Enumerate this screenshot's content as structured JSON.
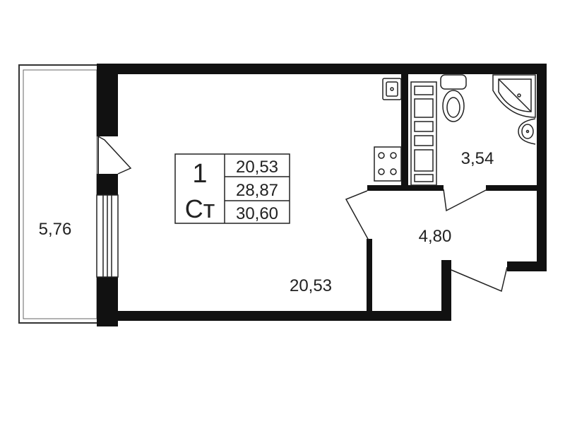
{
  "info_box": {
    "rooms": "1",
    "type": "Ст",
    "living_area": "20,53",
    "total_area": "28,87",
    "total_area_with_balcony": "30,60"
  },
  "rooms": {
    "balcony": "5,76",
    "bathroom": "3,54",
    "hallway": "4,80",
    "living_room": "20,53"
  }
}
